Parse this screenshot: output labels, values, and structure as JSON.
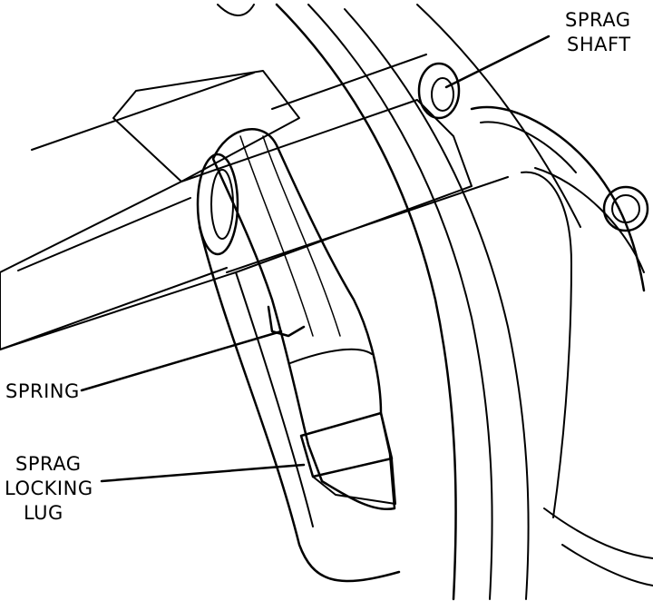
{
  "labels": {
    "sprag_shaft": [
      "SPRAG",
      "SHAFT"
    ],
    "spring": [
      "SPRING"
    ],
    "sprag_locking_lug": [
      "SPRAG",
      "LOCKING",
      "LUG"
    ]
  },
  "colors": {
    "ink": "#000000",
    "paper": "#ffffff"
  }
}
